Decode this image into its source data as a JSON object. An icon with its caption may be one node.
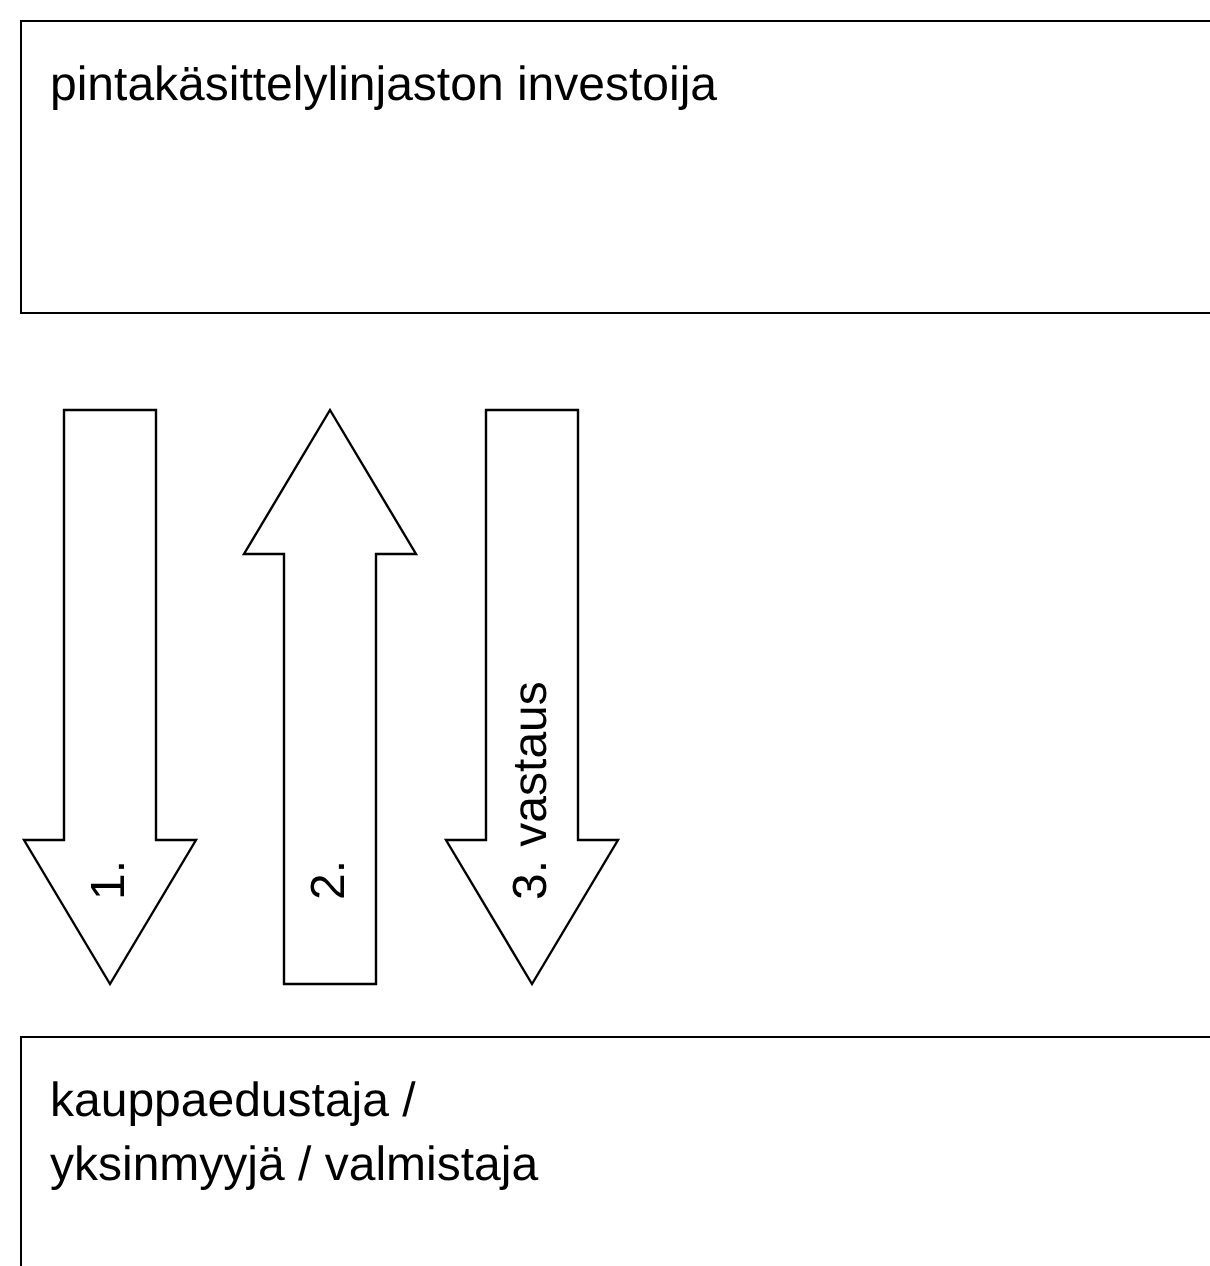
{
  "diagram": {
    "nodes": [
      {
        "text": [
          "pintakäsittelylinjaston investoija"
        ]
      },
      {
        "text": [
          "kauppaedustaja / yksinmyyjä / valmistaja"
        ]
      }
    ],
    "edges": [
      {
        "from": 0,
        "to": 1,
        "arrow": "to",
        "label": "1."
      },
      {
        "from": 1,
        "to": 0,
        "arrow": "to",
        "label": "2."
      },
      {
        "from": 0,
        "to": 1,
        "arrow": "to",
        "label": "3. vastaus"
      }
    ]
  }
}
